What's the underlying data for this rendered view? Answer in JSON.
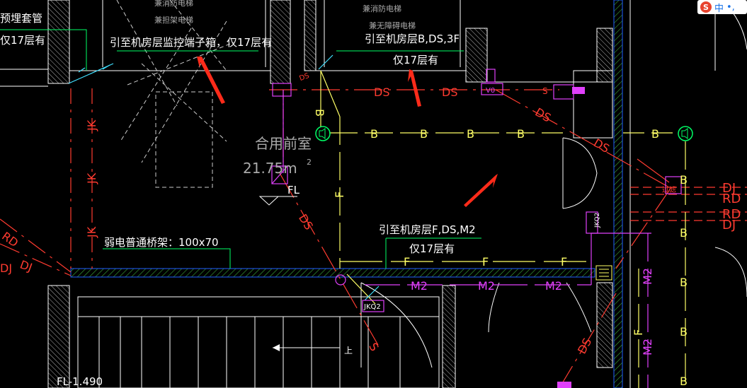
{
  "drawing": {
    "top_labels": {
      "elev_fire": "兼消防电梯",
      "elev_goods": "兼担架电梯",
      "elev_fire2": "兼消防电梯",
      "elev_noaccess": "兼无障碍电梯"
    },
    "left_note": {
      "line1": "预埋套管",
      "line2": "仅17层有"
    },
    "note_a": "引至机房层监控端子箱，仅17层有",
    "note_b": {
      "line1": "引至机房层B,DS,3F",
      "line2": "仅17层有"
    },
    "note_c": {
      "line1": "引至机房层F,DS,M2",
      "line2": "仅17层有"
    },
    "room": {
      "name": "合用前室",
      "area": "21.75m",
      "area_sup": "2"
    },
    "tray_note": "弱电普通桥架：100x70",
    "fl_tag": "FL",
    "level_tag": "FL-1.490",
    "stair_tag": "上",
    "annunciator": "过滤",
    "line_labels": {
      "ds": "DS",
      "b": "B",
      "f": "F",
      "m2": "M2",
      "jk": "JK",
      "rd": "RD",
      "dj": "DJ",
      "s": "S",
      "f2": "F"
    },
    "device_tags": {
      "v0": "V0",
      "jkq2": "JKQ2",
      "jkq2_b": "JKQ2"
    }
  },
  "ime": {
    "logo": "S",
    "mode": "中",
    "dot": "•,"
  },
  "colors": {
    "red": "#ff3b30",
    "yellow": "#ffff66",
    "white": "#ffffff",
    "magenta": "#e040fb",
    "green": "#00ff66",
    "wall_fill": "#1a3a1a",
    "blue": "#1f5fff",
    "cyan": "#40e0ff",
    "arrow": "#ff2b1a"
  }
}
